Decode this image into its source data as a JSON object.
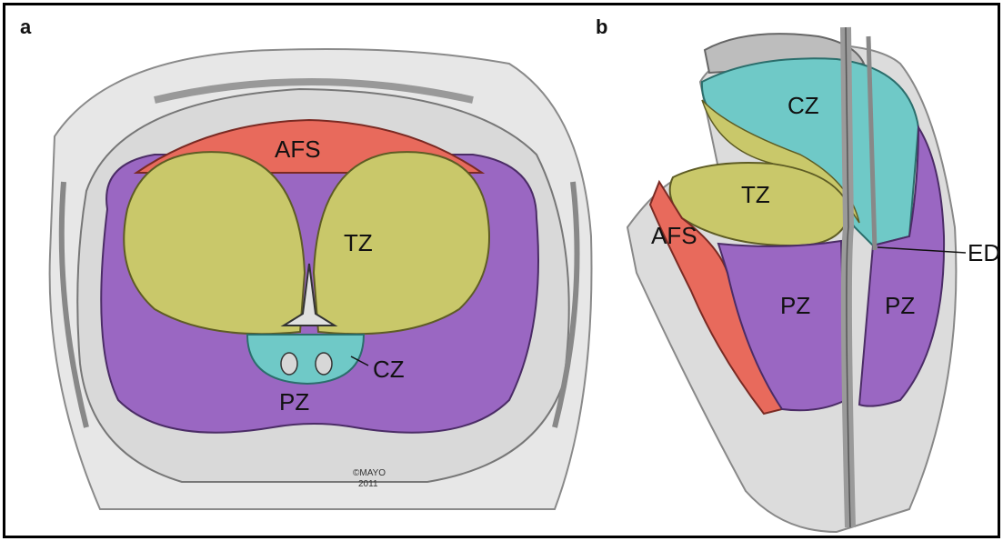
{
  "panels": {
    "a": {
      "letter": "a",
      "labels": {
        "afs": "AFS",
        "tz": "TZ",
        "cz": "CZ",
        "pz": "PZ"
      },
      "copyright_line1": "©MAYO",
      "copyright_line2": "2011"
    },
    "b": {
      "letter": "b",
      "labels": {
        "cz": "CZ",
        "tz": "TZ",
        "afs": "AFS",
        "pz_anterior": "PZ",
        "pz_posterior": "PZ",
        "ed": "ED"
      }
    }
  },
  "colors": {
    "afs": "#e86a5c",
    "tz": "#c9c86a",
    "cz": "#6fc9c7",
    "pz": "#9a67c2",
    "tissue": "#cfcfcf",
    "background": "#ffffff"
  }
}
